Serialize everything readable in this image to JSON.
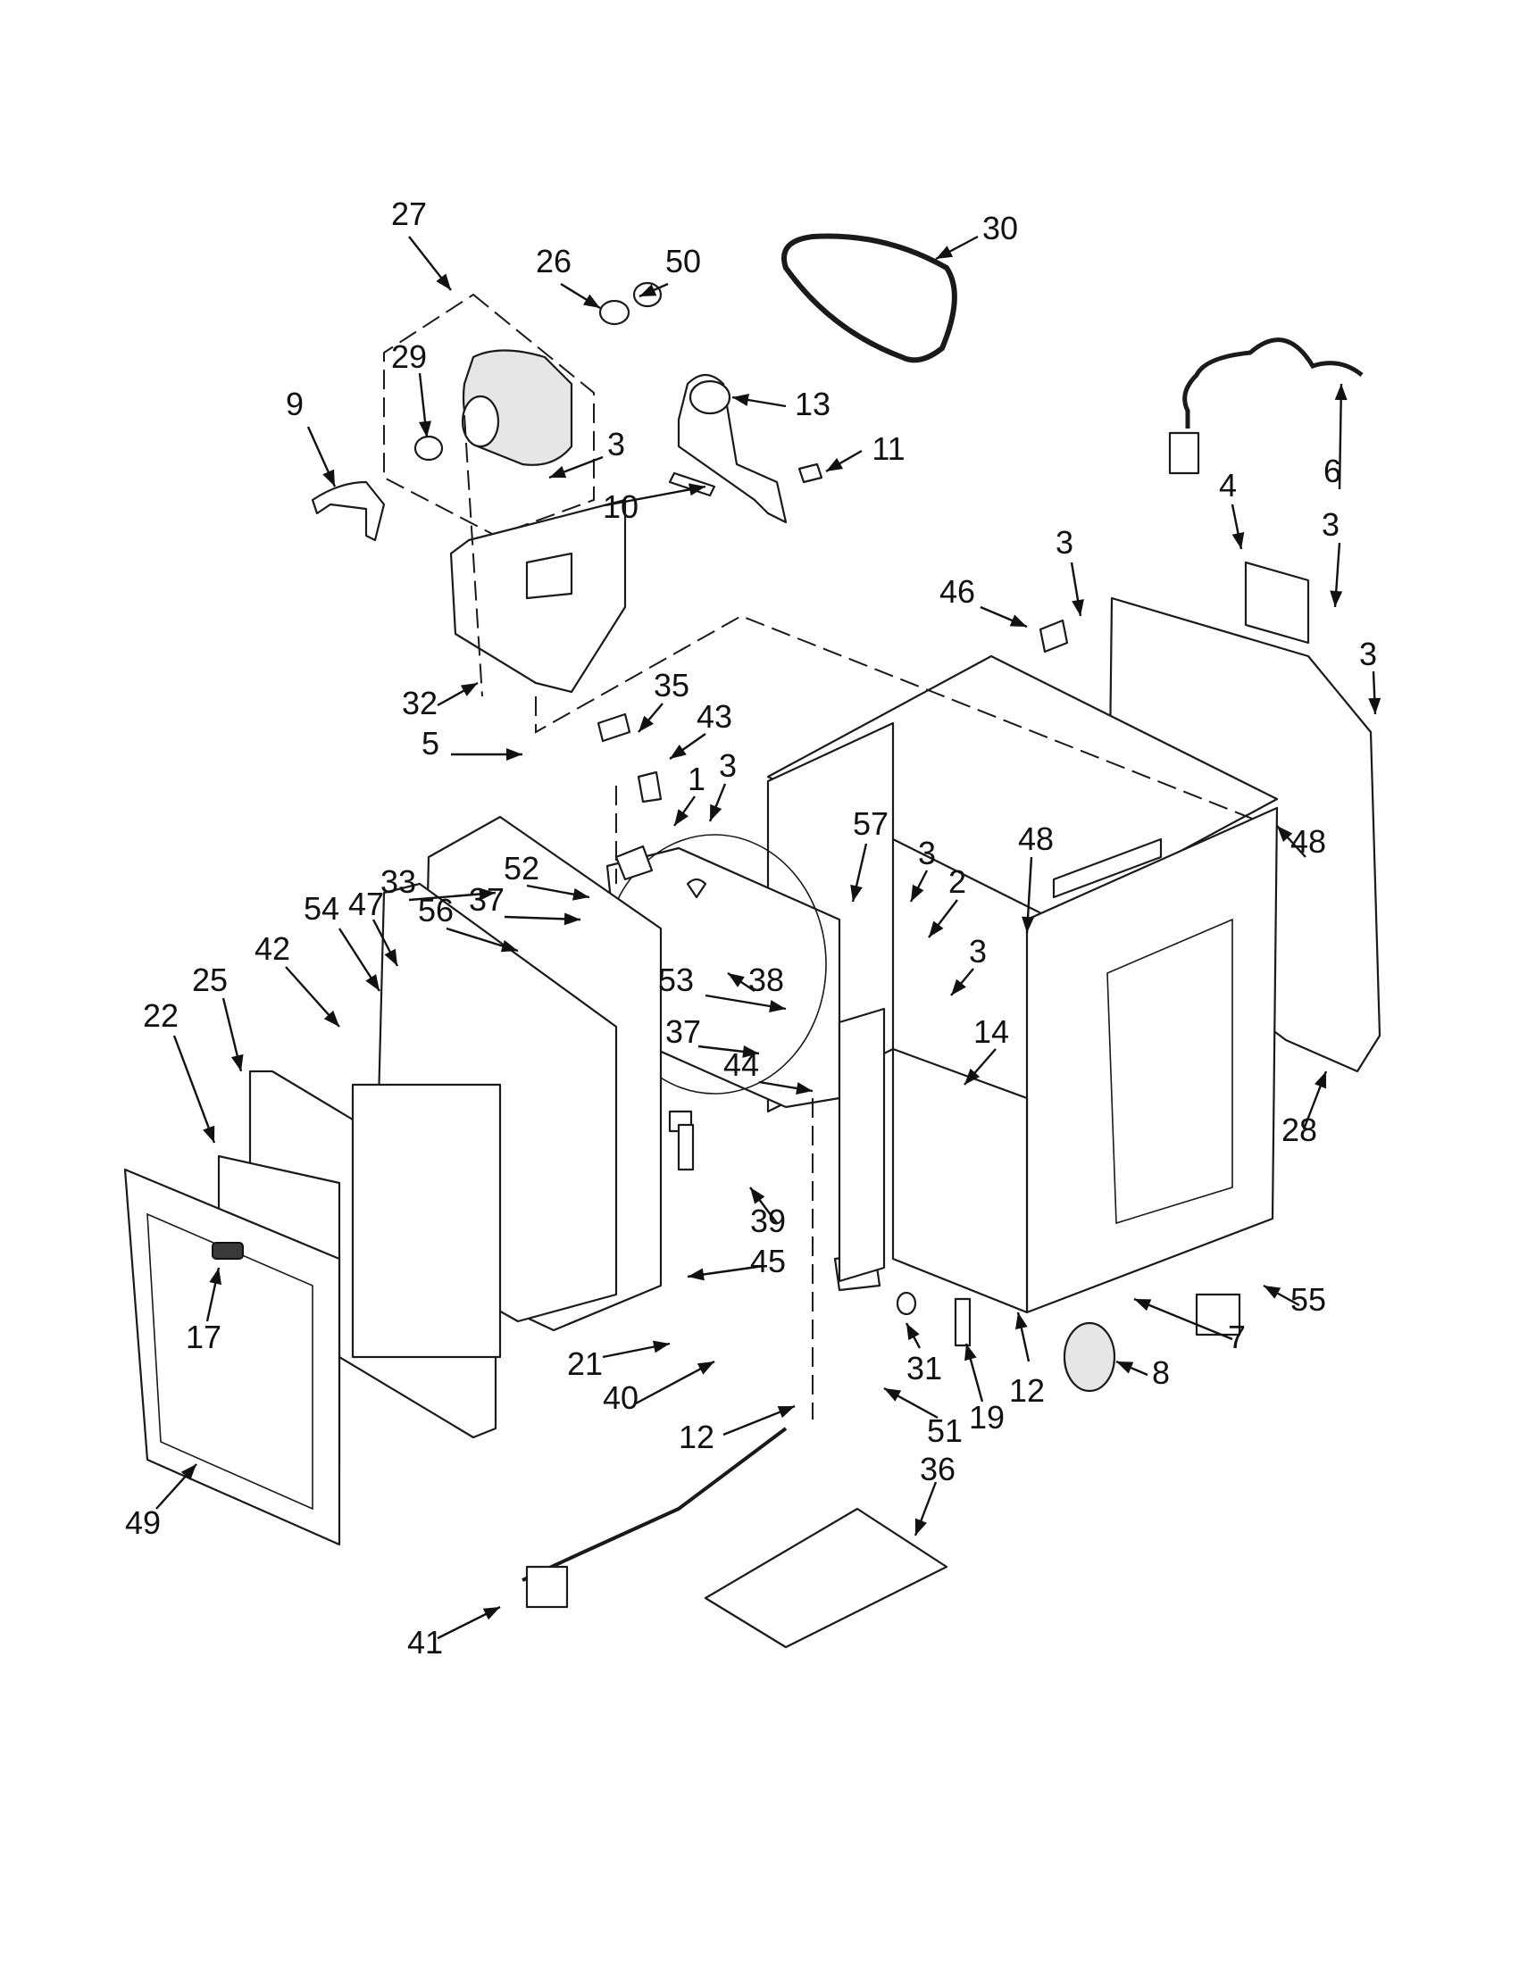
{
  "callouts": [
    {
      "id": "c27",
      "label": "27"
    },
    {
      "id": "c26",
      "label": "26"
    },
    {
      "id": "c50",
      "label": "50"
    },
    {
      "id": "c30",
      "label": "30"
    },
    {
      "id": "c29",
      "label": "29"
    },
    {
      "id": "c9",
      "label": "9"
    },
    {
      "id": "c13",
      "label": "13"
    },
    {
      "id": "c11",
      "label": "11"
    },
    {
      "id": "c3a",
      "label": "3"
    },
    {
      "id": "c10",
      "label": "10"
    },
    {
      "id": "c6",
      "label": "6"
    },
    {
      "id": "c4",
      "label": "4"
    },
    {
      "id": "c3b",
      "label": "3"
    },
    {
      "id": "c3c",
      "label": "3"
    },
    {
      "id": "c46",
      "label": "46"
    },
    {
      "id": "c3d",
      "label": "3"
    },
    {
      "id": "c32",
      "label": "32"
    },
    {
      "id": "c35",
      "label": "35"
    },
    {
      "id": "c43",
      "label": "43"
    },
    {
      "id": "c5",
      "label": "5"
    },
    {
      "id": "c1",
      "label": "1"
    },
    {
      "id": "c3e",
      "label": "3"
    },
    {
      "id": "c48a",
      "label": "48"
    },
    {
      "id": "c57",
      "label": "57"
    },
    {
      "id": "c3f",
      "label": "3"
    },
    {
      "id": "c48b",
      "label": "48"
    },
    {
      "id": "c33",
      "label": "33"
    },
    {
      "id": "c52",
      "label": "52"
    },
    {
      "id": "c37a",
      "label": "37"
    },
    {
      "id": "c2",
      "label": "2"
    },
    {
      "id": "c54",
      "label": "54"
    },
    {
      "id": "c47",
      "label": "47"
    },
    {
      "id": "c56",
      "label": "56"
    },
    {
      "id": "c42",
      "label": "42"
    },
    {
      "id": "c53",
      "label": "53"
    },
    {
      "id": "c38",
      "label": "38"
    },
    {
      "id": "c3g",
      "label": "3"
    },
    {
      "id": "c25",
      "label": "25"
    },
    {
      "id": "c22",
      "label": "22"
    },
    {
      "id": "c37b",
      "label": "37"
    },
    {
      "id": "c14",
      "label": "14"
    },
    {
      "id": "c44",
      "label": "44"
    },
    {
      "id": "c28",
      "label": "28"
    },
    {
      "id": "c39",
      "label": "39"
    },
    {
      "id": "c45",
      "label": "45"
    },
    {
      "id": "c55",
      "label": "55"
    },
    {
      "id": "c17",
      "label": "17"
    },
    {
      "id": "c7",
      "label": "7"
    },
    {
      "id": "c31",
      "label": "31"
    },
    {
      "id": "c21",
      "label": "21"
    },
    {
      "id": "c8",
      "label": "8"
    },
    {
      "id": "c40",
      "label": "40"
    },
    {
      "id": "c19",
      "label": "19"
    },
    {
      "id": "c12a",
      "label": "12"
    },
    {
      "id": "c51",
      "label": "51"
    },
    {
      "id": "c12b",
      "label": "12"
    },
    {
      "id": "c36",
      "label": "36"
    },
    {
      "id": "c49",
      "label": "49"
    },
    {
      "id": "c41",
      "label": "41"
    }
  ]
}
